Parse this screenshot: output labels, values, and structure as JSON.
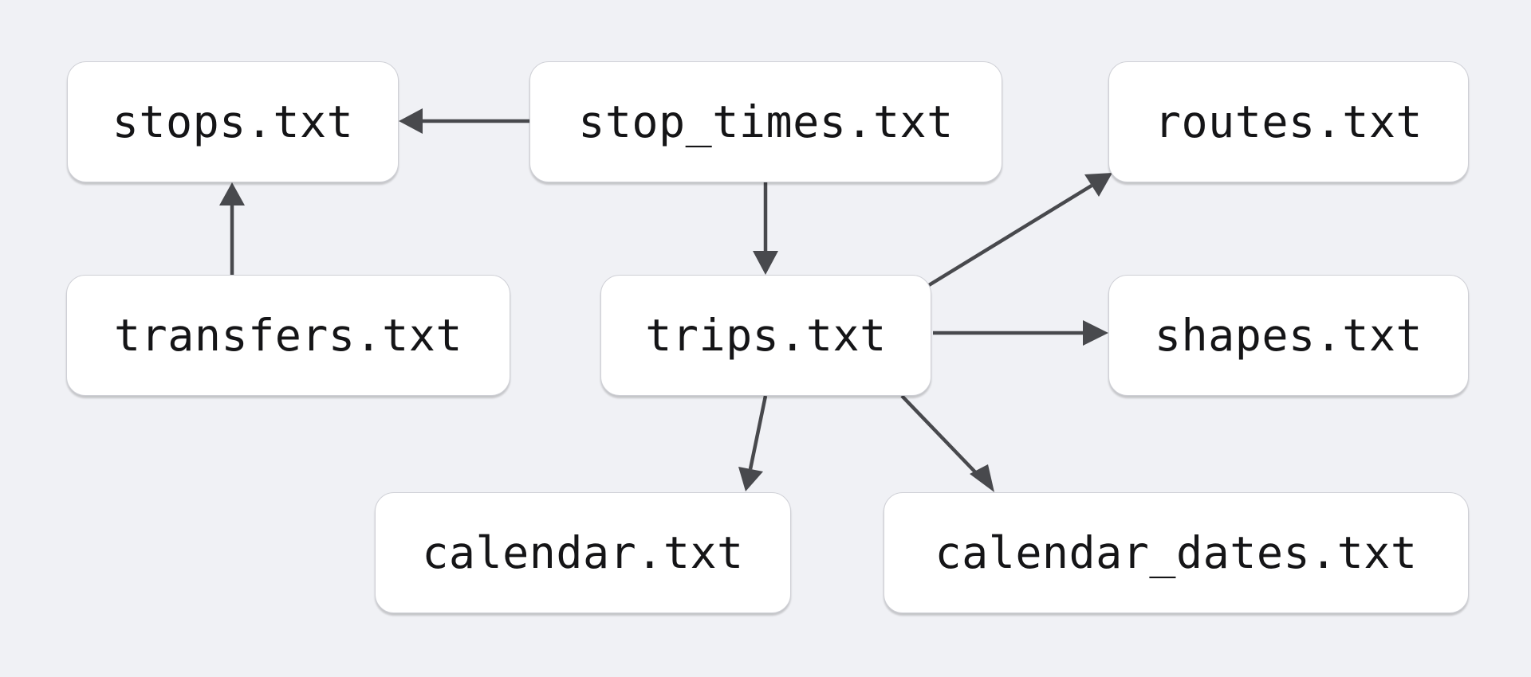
{
  "diagram": {
    "nodes": {
      "stops": "stops.txt",
      "stop_times": "stop_times.txt",
      "routes": "routes.txt",
      "transfers": "transfers.txt",
      "trips": "trips.txt",
      "shapes": "shapes.txt",
      "calendar": "calendar.txt",
      "calendar_dates": "calendar_dates.txt"
    },
    "edges": [
      {
        "from": "stop_times",
        "to": "stops"
      },
      {
        "from": "transfers",
        "to": "stops"
      },
      {
        "from": "stop_times",
        "to": "trips"
      },
      {
        "from": "trips",
        "to": "routes"
      },
      {
        "from": "trips",
        "to": "shapes"
      },
      {
        "from": "trips",
        "to": "calendar"
      },
      {
        "from": "trips",
        "to": "calendar_dates"
      }
    ],
    "colors": {
      "background": "#f0f1f5",
      "node_fill": "#ffffff",
      "node_border": "#cfd0d6",
      "edge": "#48494d",
      "text": "#151517"
    }
  }
}
